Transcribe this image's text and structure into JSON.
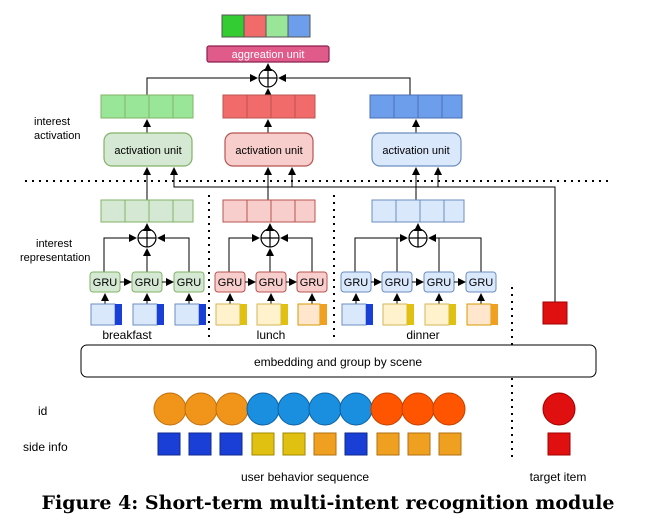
{
  "labels": {
    "aggregation_unit": "aggreation unit",
    "interest_activation_1": "interest",
    "interest_activation_2": "activation",
    "activation_unit": "activation unit",
    "interest_representation_1": "interest",
    "interest_representation_2": "representation",
    "gru": "GRU",
    "scenes": [
      "breakfast",
      "lunch",
      "dinner"
    ],
    "embedding": "embedding and group by scene",
    "id": "id",
    "side_info": "side info",
    "user_behavior_sequence": "user behavior sequence",
    "target_item": "target item",
    "caption": "Figure 4: Short-term multi-intent recognition module"
  },
  "colors": {
    "green_fill": "#d5e8d4",
    "green_stroke": "#82b366",
    "green_strong": "#33cc33",
    "red_fill": "#f8cecc",
    "red_stroke": "#b85450",
    "red_strong": "#f26b6b",
    "blue_fill": "#dae8fc",
    "blue_stroke": "#6c8ebf",
    "blue_strong": "#6d9eeb",
    "agg_fill": "#e05a8a",
    "agg_stroke": "#8a2050",
    "orange_circle": "#f0941a",
    "blue_circle": "#1a8fe0",
    "red_circle": "#ff5500",
    "target_red": "#e01010"
  }
}
